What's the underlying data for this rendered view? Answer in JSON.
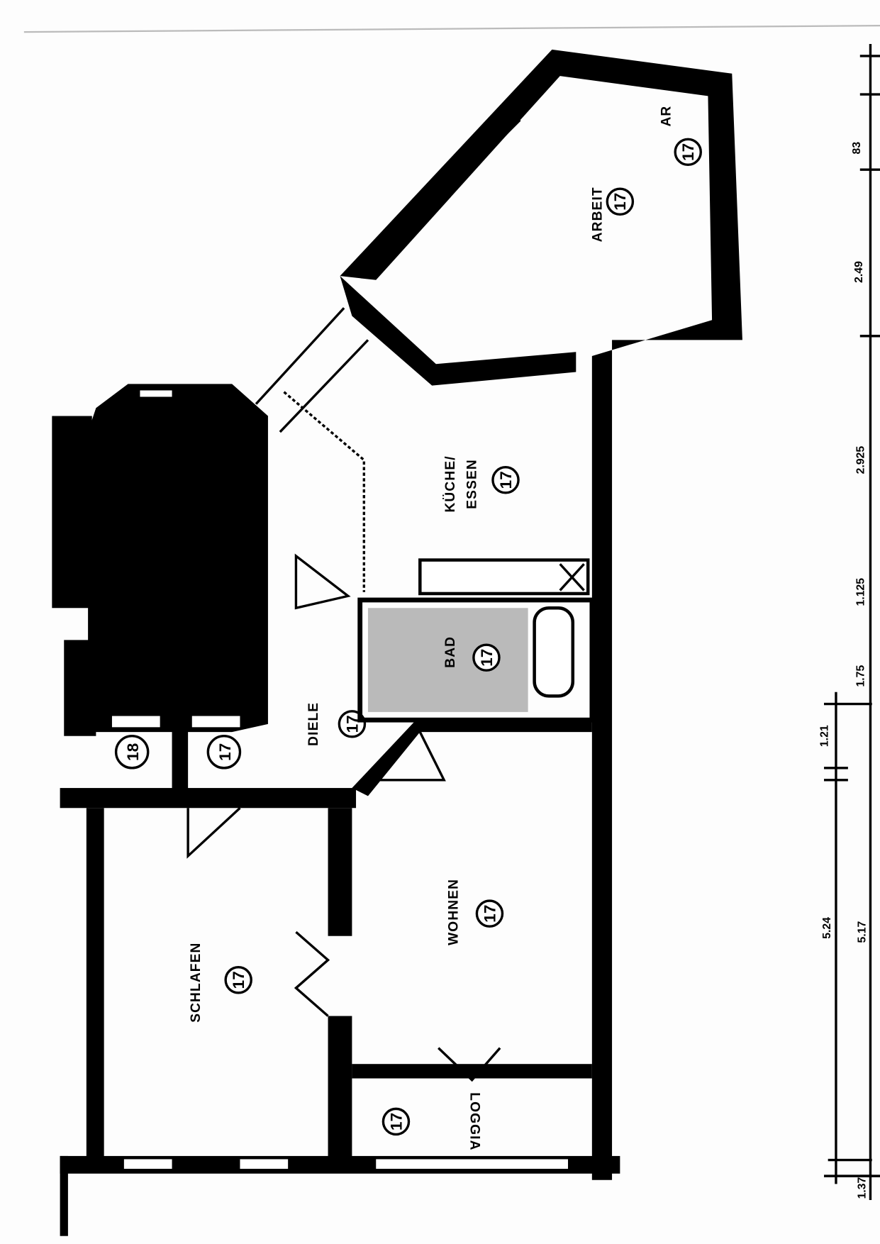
{
  "floor_plan": {
    "rooms": [
      {
        "id": "arbeit",
        "name": "ARBEIT",
        "number": "17"
      },
      {
        "id": "ar",
        "name": "AR",
        "number": "17"
      },
      {
        "id": "kueche",
        "name": "KÜCHE/",
        "name2": "ESSEN",
        "number": "17"
      },
      {
        "id": "bad",
        "name": "BAD",
        "number": "17"
      },
      {
        "id": "diele",
        "name": "DIELE",
        "number": "17"
      },
      {
        "id": "wohnen",
        "name": "WOHNEN",
        "number": "17"
      },
      {
        "id": "schlafen",
        "name": "SCHLAFEN",
        "number": "17"
      },
      {
        "id": "loggia",
        "name": "LOGGIA",
        "number": "17"
      }
    ],
    "stair_markers": [
      "18",
      "17"
    ],
    "dimensions_outer": [
      "83",
      "2.49",
      "2.925",
      "1.125",
      "1.75",
      "5.17",
      "1.37"
    ],
    "dimensions_inner": [
      "1.21",
      "5.24"
    ]
  },
  "colors": {
    "ink": "#000000",
    "paper": "#fdfdfd"
  }
}
